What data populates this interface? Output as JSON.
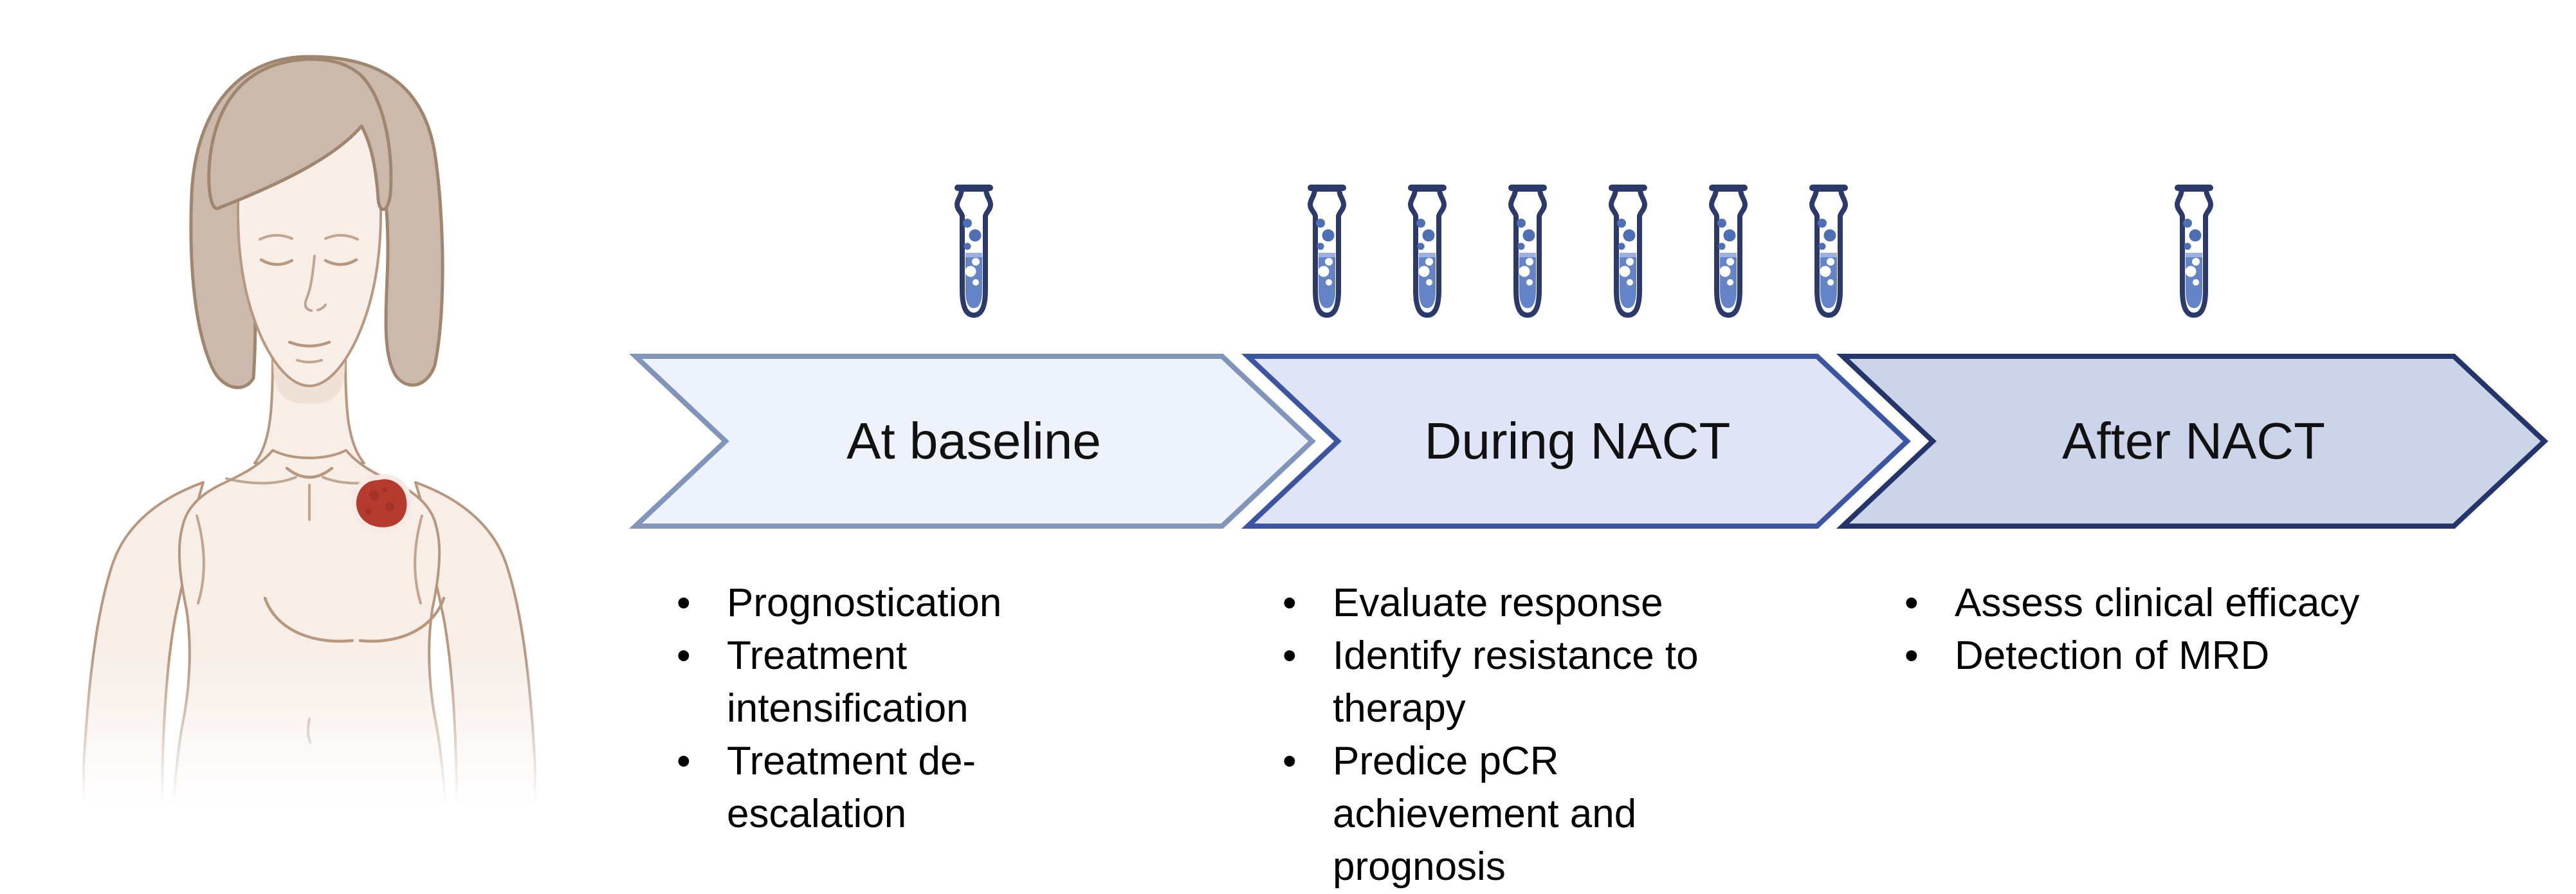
{
  "colors": {
    "skin": "#f7eee8",
    "skin_line": "#b7987f",
    "skin_shade": "#ecdccf",
    "hair": "#cbb9ac",
    "hair_line": "#a0866f",
    "tumor": "#b43b2d",
    "tumor_spot": "#8f2a1e",
    "tube_outline": "#2b3a6a",
    "tube_liquid": "#6584c8",
    "tube_liquid_top": "#9db1e0",
    "tube_bubble": "#4f6fb5",
    "label_text": "#111111",
    "bullet_text": "#000000"
  },
  "figure": {
    "name": "woman-with-breast-tumor-illustration"
  },
  "stages": [
    {
      "label": "At baseline",
      "tube_count": 1,
      "fill_color": "#eef2fa",
      "border_color": "#8094bc",
      "bullets": [
        "Prognostication",
        "Treatment intensification",
        "Treatment de-escalation"
      ]
    },
    {
      "label": "During NACT",
      "tube_count": 6,
      "fill_color": "#dfe5f7",
      "border_color": "#3b55a3",
      "bullets": [
        "Evaluate response",
        "Identify resistance to therapy",
        "Predice pCR achievement and prognosis"
      ]
    },
    {
      "label": "After NACT",
      "tube_count": 1,
      "fill_color": "#ccd4ea",
      "border_color": "#24356b",
      "bullets": [
        "Assess clinical efficacy",
        "Detection of MRD"
      ]
    }
  ]
}
